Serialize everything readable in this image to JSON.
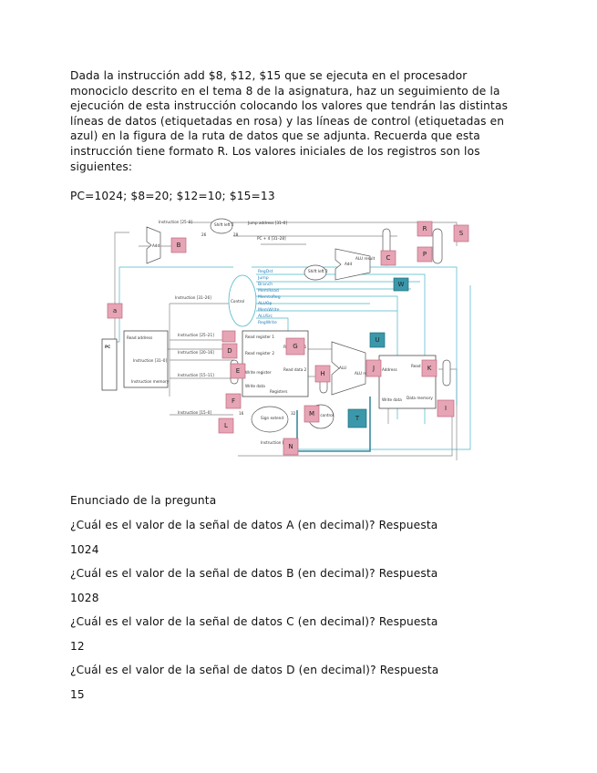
{
  "intro": "Dada la instrucción add $8, $12, $15 que se ejecuta en el procesador monociclo descrito en el tema 8 de la asignatura, haz un seguimiento de la ejecución de esta instrucción colocando los valores que tendrán las distintas líneas de datos (etiquetadas en rosa) y las líneas de control (etiquetadas en azul) en la figura de la ruta de datos que se adjunta. Recuerda que esta instrucción tiene formato R. Los valores iniciales de los registros son los siguientes:",
  "registers": "PC=1024;  $8=20;  $12=10;  $15=13",
  "figure": {
    "pink_labels": [
      "A",
      "B",
      "C",
      "D",
      "E",
      "F",
      "G",
      "H",
      "I",
      "J",
      "K",
      "L",
      "M",
      "N",
      "P",
      "R",
      "S"
    ],
    "blue_labels": [
      "T",
      "U",
      "W"
    ],
    "texts": {
      "instr_25_0": "Instruction [25–0]",
      "shift_left_2": "Shift left 2",
      "n26": "26",
      "n28": "28",
      "jump_address": "Jump address [31–0]",
      "pc_plus4": "PC + 4 [31–28]",
      "add": "Add",
      "alu_result": "ALU result",
      "shift_left_2b": "Shift left 2",
      "instr_31_26": "Instruction [31–26]",
      "control": "Control",
      "ctrl_lines": [
        "RegDst",
        "Jump",
        "Branch",
        "MemRead",
        "MemtoReg",
        "ALUOp",
        "MemWrite",
        "ALUSrc",
        "RegWrite"
      ],
      "pc": "PC",
      "read_address": "Read address",
      "instruction_31_0": "Instruction [31–0]",
      "instruction_memory": "Instruction memory",
      "instr_25_21": "Instruction [25–21]",
      "instr_20_16": "Instruction [20–16]",
      "instr_15_11": "Instruction [15–11]",
      "instr_15_0": "Instruction [15–0]",
      "read_register_1": "Read register 1",
      "read_register_2": "Read register 2",
      "write_register": "Write register",
      "write_data": "Write data",
      "registers": "Registers",
      "read_data_1": "Read data 1",
      "read_data_2": "Read data 2",
      "n16": "16",
      "n32": "32",
      "sign_extend": "Sign extend",
      "alu": "ALU",
      "alu_result2": "ALU result",
      "alu_control": "ALU control",
      "instr_5_0": "Instruction [5–0]",
      "address": "Address",
      "read_data": "Read data",
      "data_memory": "Data memory",
      "write_data2": "Write data"
    }
  },
  "questions": {
    "header": "Enunciado de la pregunta",
    "items": [
      {
        "q": "¿Cuál es el valor de la señal de datos A (en decimal)? Respuesta",
        "a": "1024"
      },
      {
        "q": "¿Cuál es el valor de la señal de datos B (en decimal)? Respuesta",
        "a": "1028"
      },
      {
        "q": "¿Cuál es el valor de la señal de datos C (en decimal)? Respuesta",
        "a": "12"
      },
      {
        "q": "¿Cuál es el valor de la señal de datos D (en decimal)? Respuesta",
        "a": "15"
      }
    ]
  },
  "colors": {
    "pink": "#e6a4b4",
    "blue": "#3a98aa",
    "control": "#2a7fb8"
  }
}
